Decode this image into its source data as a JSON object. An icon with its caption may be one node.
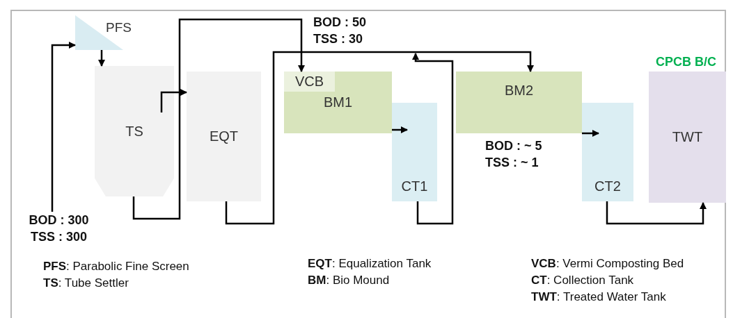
{
  "diagram": {
    "nodes": [
      {
        "text": [
          "BOD : 300",
          "TSS : 300"
        ]
      },
      {
        "text": [
          "PFS"
        ]
      },
      {
        "text": [
          "TS"
        ]
      },
      {
        "text": [
          "EQT"
        ]
      },
      {
        "text": [
          "BM1"
        ]
      },
      {
        "text": [
          "VCB"
        ],
        "in": 4
      },
      {
        "text": [
          "CT1"
        ]
      },
      {
        "text": [
          "BM2"
        ]
      },
      {
        "text": [
          "CT2"
        ]
      },
      {
        "text": [
          "TWT"
        ],
        "beside": [
          "CPCB B/C"
        ]
      }
    ],
    "edges": [
      {
        "from": 0,
        "to": 1,
        "arrow": "to"
      },
      {
        "from": 1,
        "to": 2,
        "arrow": "to"
      },
      {
        "from": 2,
        "to": 3,
        "arrow": "to"
      },
      {
        "from": 2,
        "to": 5,
        "arrow": "to"
      },
      {
        "from": 3,
        "to": 7,
        "arrow": "to"
      },
      {
        "from": 4,
        "to": 6,
        "arrow": "to"
      },
      {
        "from": 6,
        "to": 7,
        "arrow": "to"
      },
      {
        "from": 7,
        "to": 8,
        "arrow": "to"
      },
      {
        "from": 8,
        "to": 9,
        "arrow": "to"
      }
    ],
    "labels": [
      "BOD : 50",
      "TSS : 30",
      "BOD : ~ 5",
      "TSS : ~ 1",
      "**PFS**: Parabolic Fine Screen",
      "**TS**: Tube Settler",
      "**EQT**: Equalization Tank",
      "**BM**: Bio Mound",
      "**VCB**: Vermi Composting Bed",
      "**CT**: Collection Tank",
      "**TWT**: Treated Water Tank"
    ]
  }
}
